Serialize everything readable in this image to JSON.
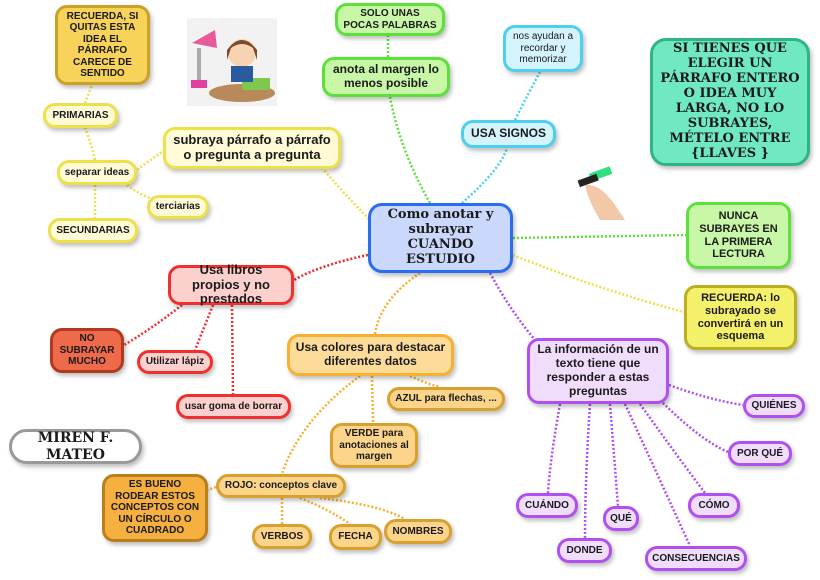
{
  "central": "Como anotar y subrayar CUANDO ESTUDIO",
  "author": "MIREN F. MATEO",
  "nodes": {
    "recuerda_si": "RECUERDA, SI QUITAS ESTA IDEA EL PÁRRAFO CARECE DE SENTIDO",
    "primarias": "PRIMARIAS",
    "subraya": "subraya párrafo a párrafo o pregunta a pregunta",
    "separar": "separar ideas",
    "terciarias": "terciarias",
    "secundarias": "SECUNDARIAS",
    "solo_unas": "SOLO UNAS POCAS PALABRAS",
    "anota_margen": "anota al margen lo menos posible",
    "nos_ayudan": "nos ayudan a recordar y memorizar",
    "usa_signos": "USA SIGNOS",
    "si_tienes": "SI TIENES QUE ELEGIR UN PÁRRAFO ENTERO O IDEA MUY LARGA, NO LO SUBRAYES, MÉTELO ENTRE {LLAVES }",
    "nunca": "NUNCA SUBRAYES EN LA PRIMERA LECTURA",
    "recuerda_lo": "RECUERDA: lo subrayado se convertirá en un esquema",
    "usa_libros": "Usa libros propios y no prestados",
    "no_subrayar": "NO SUBRAYAR MUCHO",
    "utilizar": "Utilizar lápiz",
    "goma": "usar goma de borrar",
    "usa_colores": "Usa colores para destacar diferentes datos",
    "azul": "AZUL para flechas, ...",
    "verde": "VERDE para anotaciones al margen",
    "rojo": "ROJO: conceptos clave",
    "es_bueno": "ES BUENO RODEAR ESTOS CONCEPTOS CON UN CÍRCULO O CUADRADO",
    "verbos": "VERBOS",
    "fecha": "FECHA",
    "nombres": "NOMBRES",
    "info": "La información de un texto tiene que responder a estas preguntas",
    "quienes": "QUIÉNES",
    "porque": "POR QUÉ",
    "cuando": "CUÁNDO",
    "que": "QUÉ",
    "donde": "DONDE",
    "como": "CÓMO",
    "consecuencias": "CONSECUENCIAS"
  },
  "colors": {
    "central": "#2a6cf0",
    "green": "#5de03a",
    "blue": "#4dd0f0",
    "yellow": "#ede04a",
    "red": "#f03030",
    "orange": "#f7b030",
    "purple": "#b050f0"
  }
}
